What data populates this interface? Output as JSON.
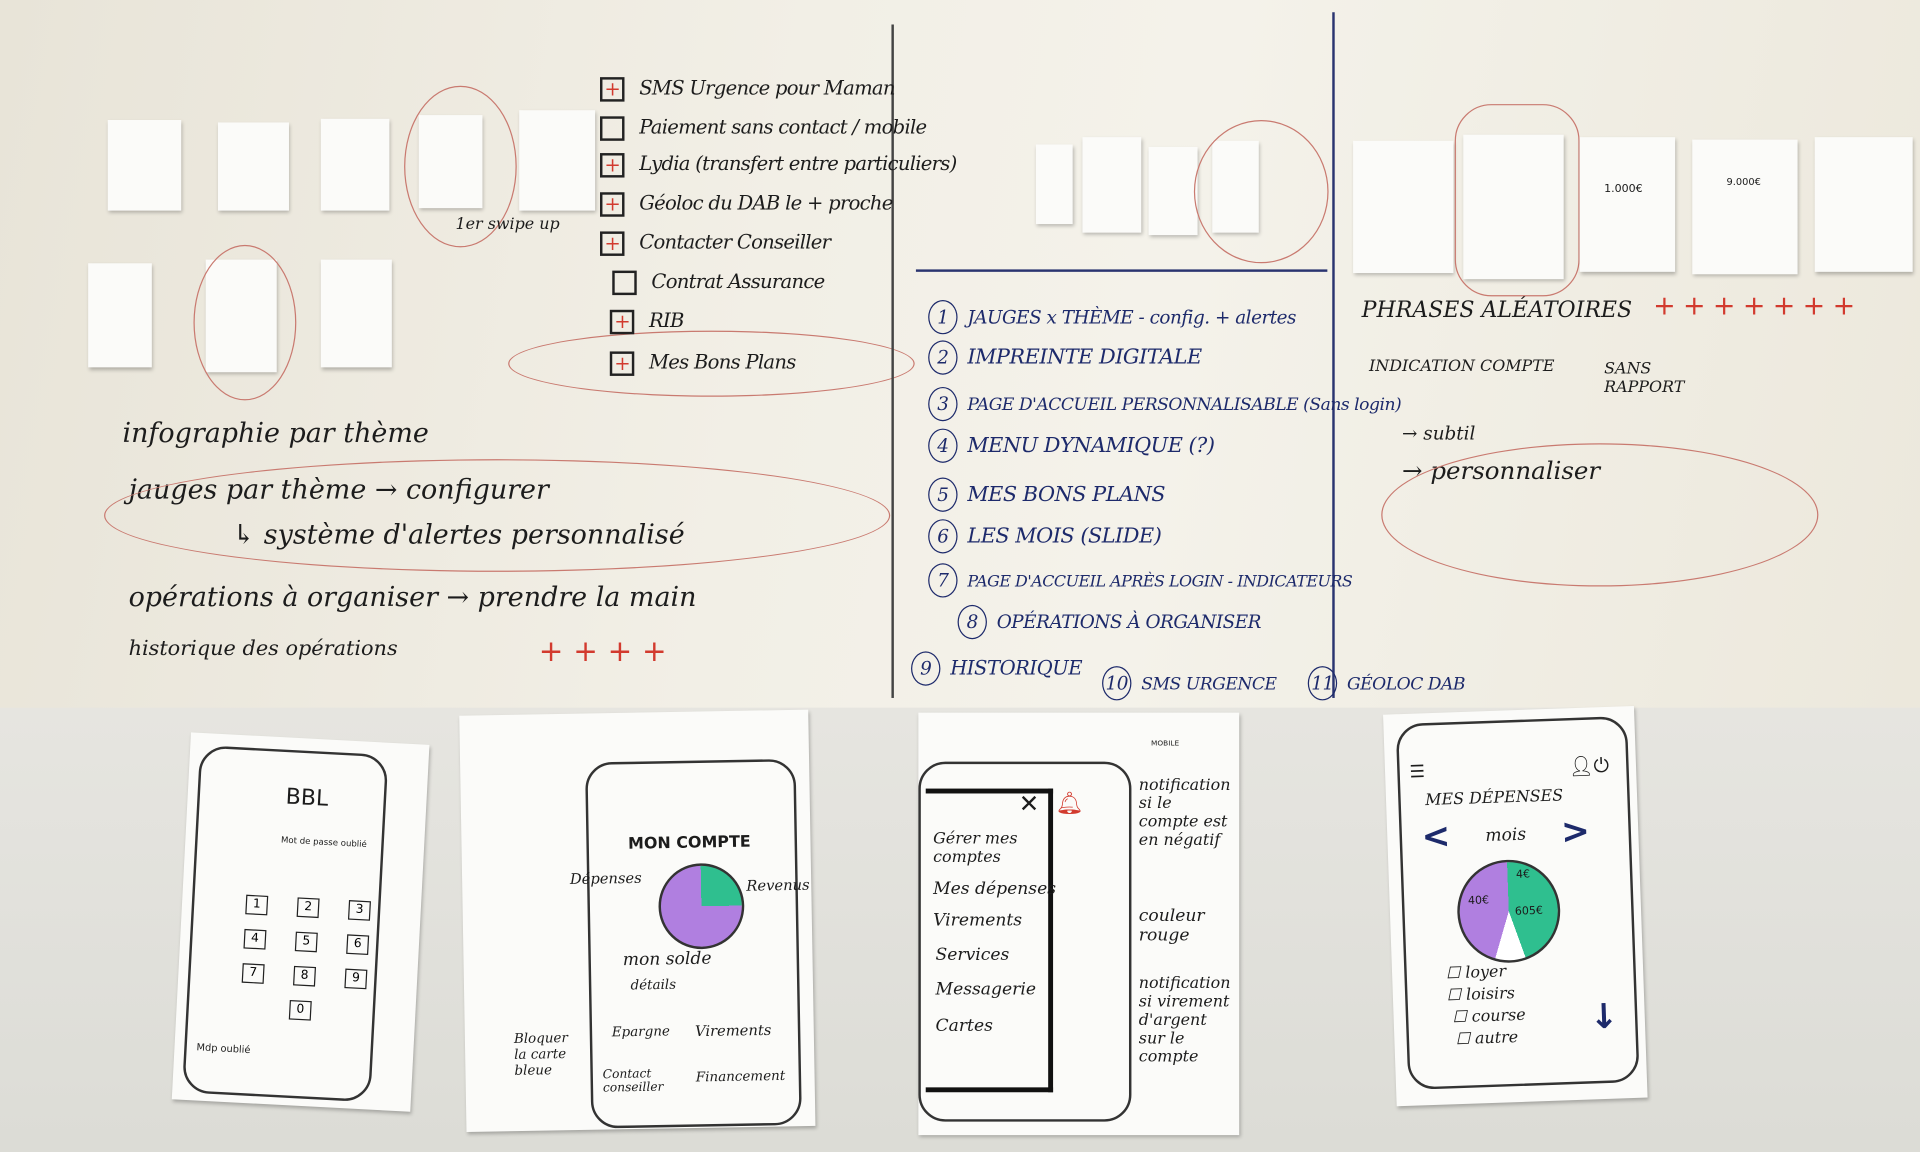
{
  "feature_list": [
    {
      "label": "SMS Urgence pour Maman",
      "checked": true
    },
    {
      "label": "Paiement sans contact / mobile",
      "checked": false
    },
    {
      "label": "Lydia (transfert entre particuliers)",
      "checked": true
    },
    {
      "label": "Géoloc du DAB le + proche",
      "checked": true
    },
    {
      "label": "Contacter Conseiller",
      "checked": true
    },
    {
      "label": "Contrat Assurance",
      "checked": false
    },
    {
      "label": "RIB",
      "checked": true
    },
    {
      "label": "Mes Bons Plans",
      "checked": true
    }
  ],
  "swipe_note": "1er swipe up",
  "ideas": [
    "infographie par thème",
    "jauges par thème → configurer",
    "↳ système d'alertes personnalisé",
    "opérations à organiser → prendre la main",
    "historique des opérations"
  ],
  "priorities": [
    {
      "n": "1",
      "label": "JAUGES x THÈME - config. + alertes"
    },
    {
      "n": "2",
      "label": "IMPREINTE DIGITALE"
    },
    {
      "n": "3",
      "label": "PAGE D'ACCUEIL PERSONNALISABLE (Sans login)"
    },
    {
      "n": "4",
      "label": "MENU DYNAMIQUE (?)"
    },
    {
      "n": "5",
      "label": "MES BONS PLANS"
    },
    {
      "n": "6",
      "label": "LES MOIS (SLIDE)"
    },
    {
      "n": "7",
      "label": "PAGE D'ACCUEIL APRÈS LOGIN - INDICATEURS"
    },
    {
      "n": "8",
      "label": "OPÉRATIONS À ORGANISER"
    },
    {
      "n": "9",
      "label": "HISTORIQUE"
    },
    {
      "n": "10",
      "label": "SMS URGENCE"
    },
    {
      "n": "11",
      "label": "GÉOLOC DAB"
    }
  ],
  "right_notes": {
    "title": "PHRASES ALÉATOIRES",
    "left_branch": "INDICATION COMPTE",
    "right_branch": "SANS RAPPORT",
    "subtil": "→ subtil",
    "personnaliser": "→ personnaliser"
  },
  "top_papers": {
    "amount1": "1.000€",
    "amount2": "9.000€"
  },
  "sketch1": {
    "title": "BBL",
    "subtitle": "Mot de passe oublié",
    "keys": [
      "1",
      "2",
      "3",
      "4",
      "5",
      "6",
      "7",
      "8",
      "9",
      "0"
    ],
    "forgot": "Mdp oublié"
  },
  "sketch2": {
    "title": "MON COMPTE",
    "left": "Dépenses",
    "right": "Revenus",
    "solde": "mon solde",
    "details": "détails",
    "actions": [
      "Bloquer la carte bleue",
      "Epargne",
      "Virements",
      "Contact conseiller",
      "Financement"
    ]
  },
  "sketch3": {
    "header": "MOBILE",
    "menu": [
      "Gérer mes comptes",
      "Mes dépenses",
      "Virements",
      "Services",
      "Messagerie",
      "Cartes"
    ],
    "note1": "notification si le compte est en négatif",
    "note2": "couleur rouge",
    "note3": "notification si virement d'argent sur le compte"
  },
  "sketch4": {
    "title": "MES DÉPENSES",
    "period": "mois",
    "values": [
      "40€",
      "4€",
      "605€"
    ],
    "categories": [
      "loyer",
      "loisirs",
      "course",
      "autre"
    ]
  },
  "colors": {
    "red": "#d23a2e",
    "blue": "#1d2a6b",
    "purple": "#b07fe0",
    "green": "#2fbf8f"
  }
}
